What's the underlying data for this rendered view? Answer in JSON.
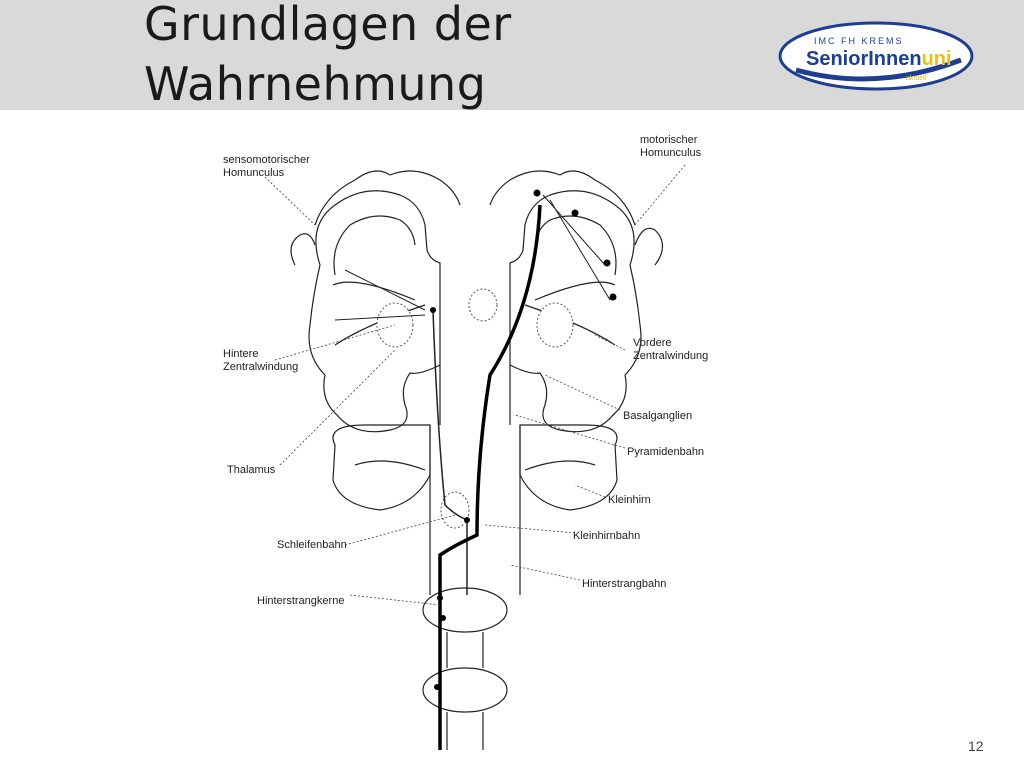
{
  "slide": {
    "title_line1": "Grundlagen der",
    "title_line2": "Wahrnehmung",
    "page_number": "12"
  },
  "logo": {
    "top_text": "IMC FH KREMS",
    "brand_main": "SeniorInnen",
    "brand_accent": "uni",
    "sub_text": "aktuell",
    "colors": {
      "ring": "#1e3f8f",
      "text": "#1e3f8f",
      "accent": "#e8c21c"
    }
  },
  "diagram": {
    "labels": {
      "sensomotor_1": "sensomotorischer",
      "sensomotor_2": "Homunculus",
      "motor_1": "motorischer",
      "motor_2": "Homunculus",
      "hintere_1": "Hintere",
      "hintere_2": "Zentralwindung",
      "vordere_1": "Vordere",
      "vordere_2": "Zentralwindung",
      "basalganglien": "Basalganglien",
      "thalamus": "Thalamus",
      "pyramidenbahn": "Pyramidenbahn",
      "kleinhirn": "Kleinhirn",
      "schleifenbahn": "Schleifenbahn",
      "kleinhirnbahn": "Kleinhirnbahn",
      "hinterstrangbahn": "Hinterstrangbahn",
      "hinterstrangkerne": "Hinterstrangkerne"
    }
  }
}
